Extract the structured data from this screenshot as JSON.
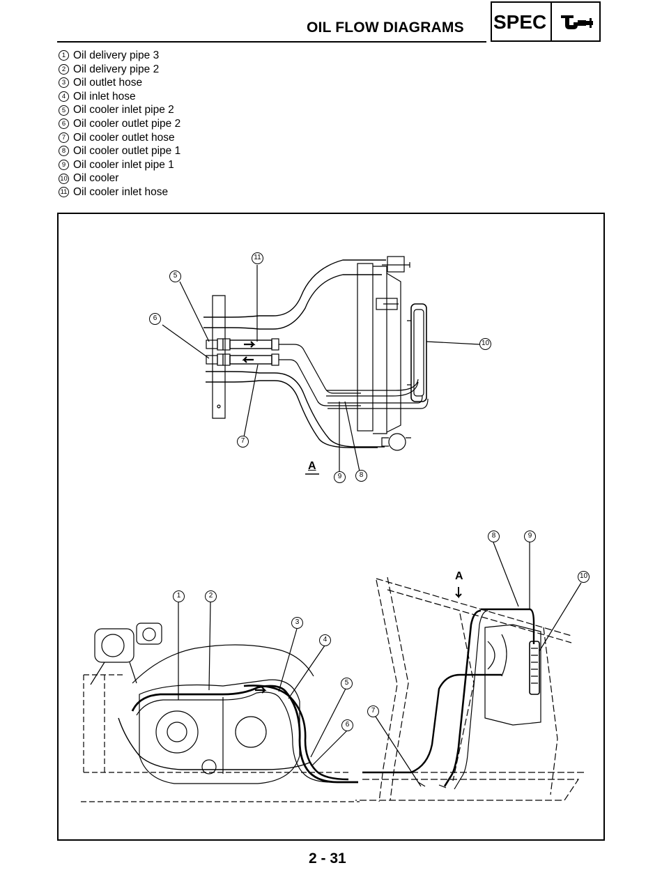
{
  "header": {
    "title": "OIL FLOW DIAGRAMS",
    "section_badge": "SPEC",
    "section_icon": "oil-can-icon"
  },
  "legend": [
    {
      "number": "1",
      "label": "Oil delivery pipe 3"
    },
    {
      "number": "2",
      "label": "Oil delivery pipe 2"
    },
    {
      "number": "3",
      "label": "Oil outlet hose"
    },
    {
      "number": "4",
      "label": "Oil inlet hose"
    },
    {
      "number": "5",
      "label": "Oil cooler inlet pipe 2"
    },
    {
      "number": "6",
      "label": "Oil cooler outlet pipe 2"
    },
    {
      "number": "7",
      "label": "Oil cooler outlet hose"
    },
    {
      "number": "8",
      "label": "Oil cooler outlet pipe 1"
    },
    {
      "number": "9",
      "label": "Oil cooler inlet pipe 1"
    },
    {
      "number": "10",
      "label": "Oil cooler"
    },
    {
      "number": "11",
      "label": "Oil cooler inlet hose"
    }
  ],
  "figure": {
    "upper_view_label": "A",
    "lower_view_label": "A",
    "upper_callouts": [
      "11",
      "5",
      "6",
      "10",
      "7",
      "9",
      "8"
    ],
    "lower_callouts": [
      "1",
      "2",
      "3",
      "4",
      "5",
      "6",
      "7",
      "8",
      "9",
      "10"
    ]
  },
  "footer": {
    "page_number": "2 - 31"
  }
}
